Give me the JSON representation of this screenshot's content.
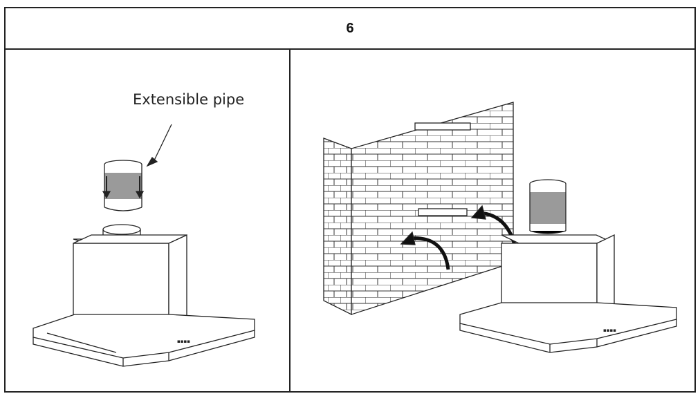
{
  "header": {
    "step_number": "6"
  },
  "left_panel": {
    "callout_label": "Extensible pipe",
    "illustration": "range-hood-with-extensible-pipe"
  },
  "right_panel": {
    "illustration": "range-hood-mounted-on-brick-wall"
  },
  "colors": {
    "border": "#222222",
    "pipe_band": "#9a9a9a",
    "arrow": "#111111"
  }
}
